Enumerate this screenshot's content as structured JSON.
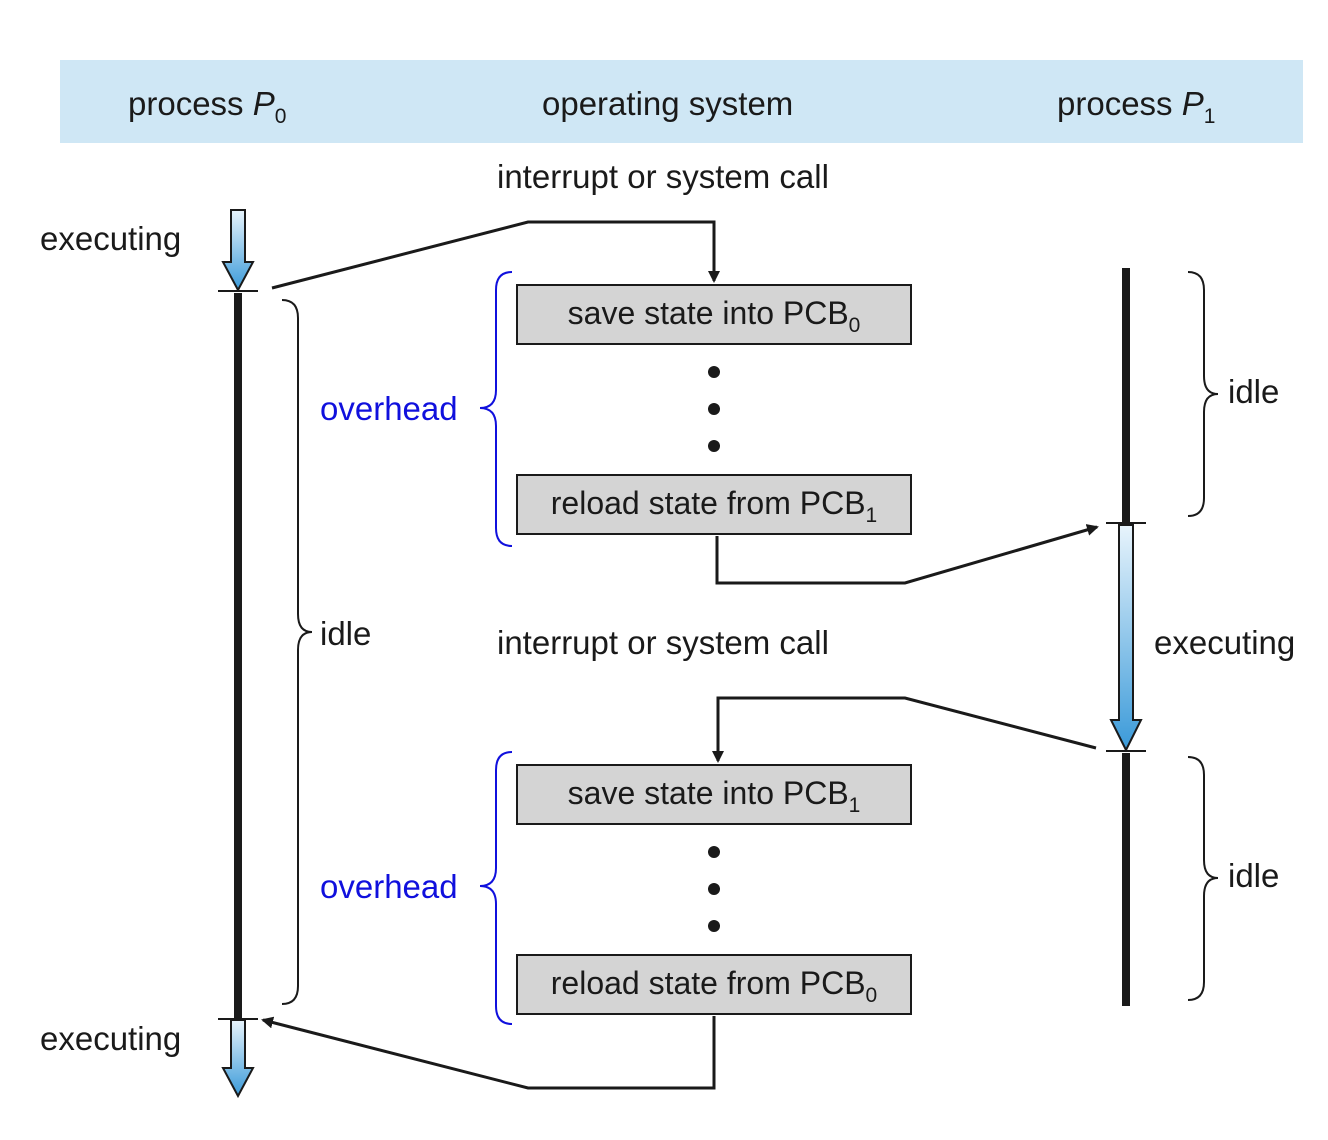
{
  "header": {
    "p0_label": "process ",
    "p0_var": "P",
    "p0_sub": "0",
    "os_label": "operating system",
    "p1_label": "process ",
    "p1_var": "P",
    "p1_sub": "1"
  },
  "labels": {
    "executing": "executing",
    "idle": "idle",
    "overhead": "overhead",
    "interrupt": "interrupt or system call"
  },
  "boxes": [
    {
      "text": "save state into PCB",
      "sub": "0"
    },
    {
      "text": "reload state from PCB",
      "sub": "1"
    },
    {
      "text": "save state into PCB",
      "sub": "1"
    },
    {
      "text": "reload state from PCB",
      "sub": "0"
    }
  ],
  "colors": {
    "header_band": "#cfe7f5",
    "box_fill": "#d4d4d4",
    "overhead_blue": "#1010dd",
    "arrow_blue_top": "#e8f4fc",
    "arrow_blue_bottom": "#3a9ad9",
    "line": "#1a1a1a"
  }
}
